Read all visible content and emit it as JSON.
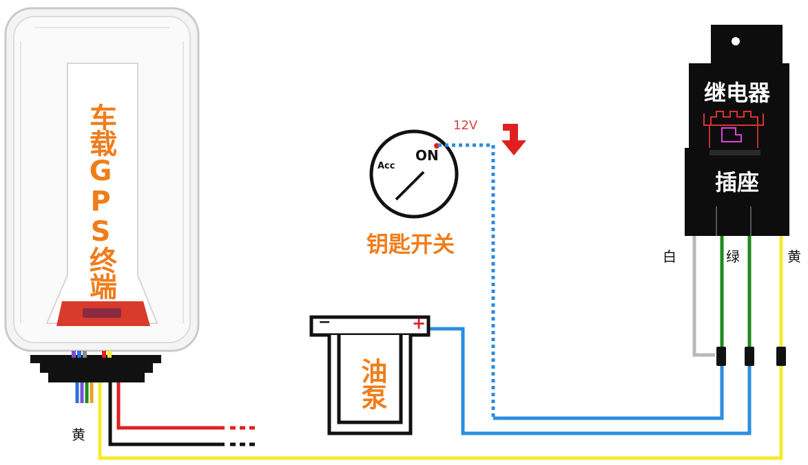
{
  "labels": {
    "gps_terminal": "车载GPS终端",
    "key_switch": "钥匙开关",
    "acc": "Acc",
    "on": "ON",
    "voltage": "12V",
    "fuel_pump": "油泵",
    "pump_minus": "−",
    "pump_plus": "+",
    "relay": "继电器",
    "socket": "插座",
    "wire_white": "白",
    "wire_green": "绿",
    "wire_yellow_relay": "黄",
    "wire_yellow_gps": "黄"
  },
  "colors": {
    "label_orange": "#f07d1a",
    "wire_blue": "#2b8de0",
    "wire_yellow": "#f5ec2a",
    "wire_green": "#1f8a1f",
    "wire_white": "#b8b8b8",
    "wire_red": "#e02020",
    "wire_black": "#111111",
    "relay_body": "#0d0d0d"
  }
}
